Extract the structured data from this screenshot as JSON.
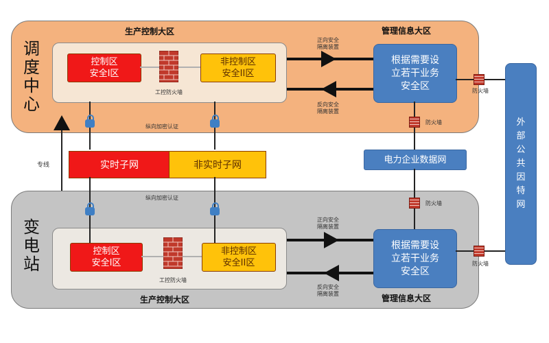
{
  "top": {
    "side_title": "调度中心",
    "prod_label": "生产控制大区",
    "mgmt_label": "管理信息大区",
    "zone1": "控制区\n安全I区",
    "zone2": "非控制区\n安全II区",
    "firewall_label": "工控防火墙",
    "auth_label": "纵向加密认证",
    "mgmt_box": "根据需要设\n立若干业务\n安全区",
    "fwd_isolation": "正向安全\n隔离装置",
    "rev_isolation": "反向安全\n隔离装置",
    "fw_right": "防火墙",
    "fw_below": "防火墙"
  },
  "middle": {
    "line_label": "专线",
    "realtime": "实时子网",
    "nonrealtime": "非实时子网",
    "power_net": "电力企业数据网"
  },
  "bottom": {
    "side_title": "变电站",
    "prod_label": "生产控制大区",
    "mgmt_label": "管理信息大区",
    "zone1": "控制区\n安全I区",
    "zone2": "非控制区\n安全II区",
    "firewall_label": "工控防火墙",
    "auth_label": "纵向加密认证",
    "mgmt_box": "根据需要设\n立若干业务\n安全区",
    "fwd_isolation": "正向安全\n隔离装置",
    "rev_isolation": "反向安全\n隔离装置",
    "fw_right": "防火墙",
    "fw_above": "防火墙"
  },
  "external": "外\n部\n公\n共\n因\n特\n网"
}
